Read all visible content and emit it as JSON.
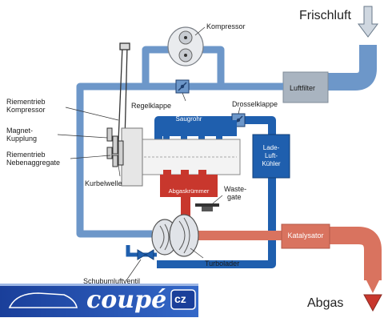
{
  "labels": {
    "frischluft": "Frischluft",
    "abgas": "Abgas",
    "kompressor": "Kompressor",
    "luftfilter": "Luftfilter",
    "regelklappe": "Regelklappe",
    "drosselklappe": "Drosselklappe",
    "riementrieb_kompressor_1": "Riementrieb",
    "riementrieb_kompressor_2": "Kompressor",
    "magnet_kupplung_1": "Magnet-",
    "magnet_kupplung_2": "Kupplung",
    "riementrieb_neben_1": "Riementrieb",
    "riementrieb_neben_2": "Nebenaggregate",
    "kurbelwelle": "Kurbelwelle",
    "saugrohr": "Saugrohr",
    "lade_1": "Lade-",
    "lade_2": "Luft-",
    "lade_3": "Kühler",
    "abgaskruemmer": "Abgaskrümmer",
    "wastegate_1": "Waste-",
    "wastegate_2": "gate",
    "katalysator": "Katalysator",
    "turbolader": "Turbolader",
    "schubumluftventil": "Schubumluftventil"
  },
  "watermark": {
    "brand": "coupé",
    "badge": "cz"
  },
  "colors": {
    "intake_blue": "#6d97c9",
    "intake_dark": "#1f5fae",
    "exhaust_red": "#c8372d",
    "exhaust_light": "#d9735f",
    "gray_box": "#a9b4c0"
  }
}
